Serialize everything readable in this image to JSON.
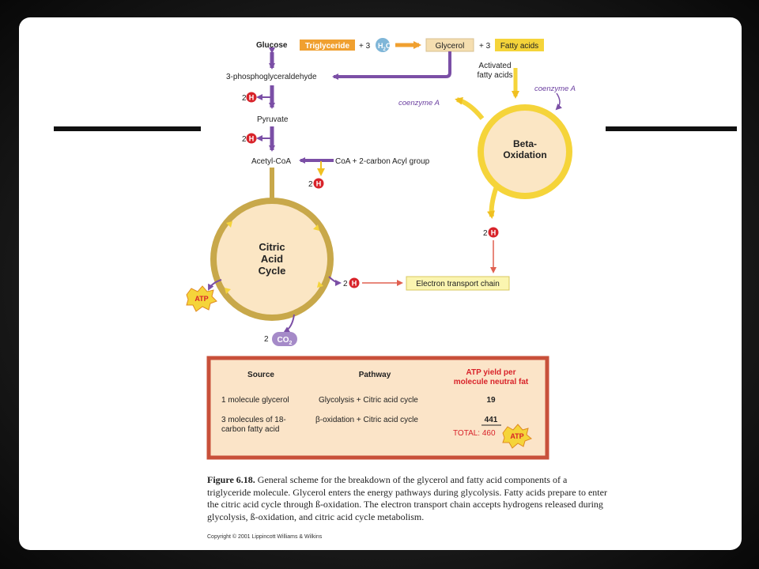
{
  "nodes": {
    "glucose": "Glucose",
    "triglyceride": "Triglyceride",
    "plus3_a": "+ 3",
    "h2o": "H",
    "h2o_sub": "2",
    "h2o_o": "O",
    "glycerol": "Glycerol",
    "plus3_b": "+ 3",
    "fatty_acids": "Fatty acids",
    "activated_1": "Activated",
    "activated_2": "fatty acids",
    "coenzyme_right": "coenzyme A",
    "coenzyme_left": "coenzyme A",
    "pgal": "3-phosphoglyceraldehyde",
    "pyruvate": "Pyruvate",
    "acetyl_coa": "Acetyl-CoA",
    "coa_acyl": "CoA + 2-carbon Acyl group",
    "beta_1": "Beta-",
    "beta_2": "Oxidation",
    "citric_1": "Citric",
    "citric_2": "Acid",
    "citric_3": "Cycle",
    "etc": "Electron transport chain",
    "atp": "ATP",
    "co2_num": "2",
    "co2": "CO",
    "co2_sub": "2",
    "two": "2",
    "h": "H"
  },
  "table": {
    "headers": [
      "Source",
      "Pathway",
      "ATP yield per",
      "molecule neutral fat"
    ],
    "row1": {
      "source": "1 molecule glycerol",
      "pathway": "Glycolysis + Citric acid cycle",
      "yield": "19"
    },
    "row2": {
      "source_1": "3 molecules of 18-",
      "source_2": "carbon fatty acid",
      "pathway": "β-oxidation + Citric acid cycle",
      "yield": "441"
    },
    "total_label": "TOTAL: 460",
    "total_atp": "ATP"
  },
  "caption": {
    "label": "Figure 6.18.",
    "text": "General scheme for the breakdown of the glycerol and fatty acid components of a triglyceride molecule. Glycerol enters the energy pathways during glycolysis. Fatty acids prepare to enter the citric acid cycle through ß-oxidation. The electron transport chain accepts hydrogens released during glycolysis, ß-oxidation, and citric acid cycle metabolism."
  },
  "copyright": "Copyright © 2001 Lippincott Williams & Wilkins",
  "colors": {
    "purple": "#7b4fa6",
    "orange": "#f0a030",
    "yellow": "#f5d43a",
    "cycle_fill": "#fbe6c4",
    "cycle_ring": "#c8a84a",
    "red_badge": "#d8232a",
    "etc_box": "#fbf5b0",
    "table_border": "#c8503a",
    "table_fill": "#fbe4c8"
  }
}
